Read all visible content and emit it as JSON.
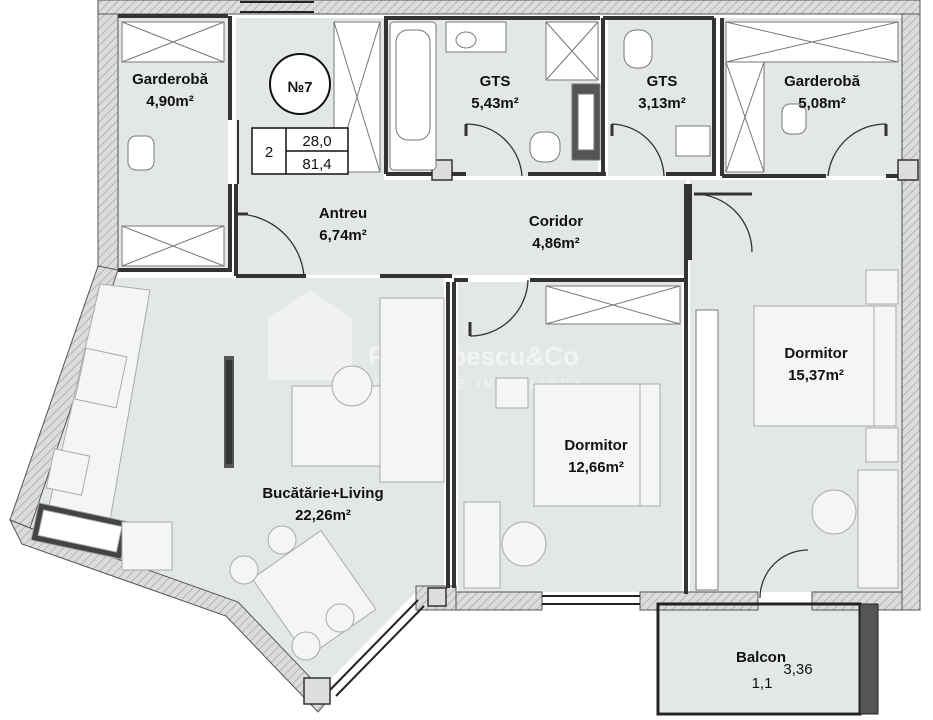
{
  "apartment": {
    "number": "№7",
    "rooms": "2",
    "living_area": "28,0",
    "total_area": "81,4"
  },
  "rooms": [
    {
      "id": "garderoba-left",
      "name": "Garderobă",
      "area": "4,90m²"
    },
    {
      "id": "gts-1",
      "name": "GTS",
      "area": "5,43m²"
    },
    {
      "id": "gts-2",
      "name": "GTS",
      "area": "3,13m²"
    },
    {
      "id": "garderoba-right",
      "name": "Garderobă",
      "area": "5,08m²"
    },
    {
      "id": "antreu",
      "name": "Antreu",
      "area": "6,74m²"
    },
    {
      "id": "coridor",
      "name": "Coridor",
      "area": "4,86m²"
    },
    {
      "id": "dormitor-right",
      "name": "Dormitor",
      "area": "15,37m²"
    },
    {
      "id": "dormitor-middle",
      "name": "Dormitor",
      "area": "12,66m²"
    },
    {
      "id": "bucatarie-living",
      "name": "Bucătărie+Living",
      "area": "22,26m²"
    },
    {
      "id": "balcon",
      "name": "Balcon",
      "area": "1,1",
      "area_small": "3,36"
    }
  ],
  "watermark": {
    "brand": "Porumbescu&Co",
    "subtitle": "COMPANIE IMOBILIARA"
  },
  "colors": {
    "floor": "#e3e8e6",
    "wall": "#d8d8d8",
    "wall_stroke": "#555555",
    "line": "#333333",
    "furniture": "#ffffff"
  }
}
